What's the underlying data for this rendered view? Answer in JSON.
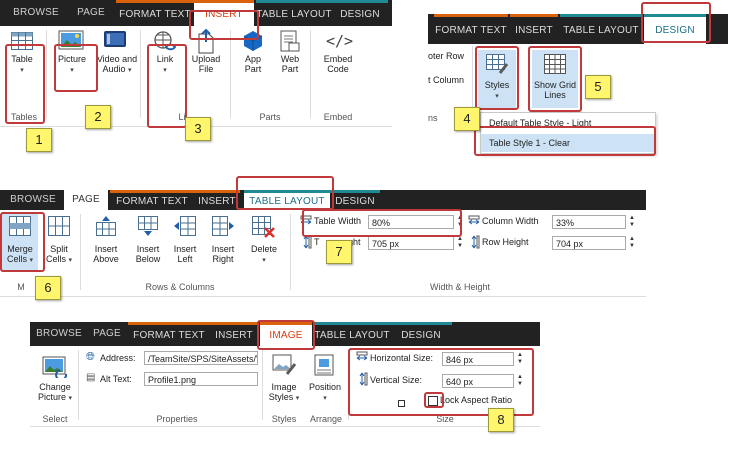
{
  "panel1": {
    "tabs": [
      "BROWSE",
      "PAGE",
      "FORMAT TEXT",
      "INSERT",
      "TABLE LAYOUT",
      "DESIGN"
    ],
    "buttons": {
      "table": "Table",
      "picture": "Picture",
      "video": "Video and Audio",
      "link": "Link",
      "upload": "Upload File",
      "app_part": "App Part",
      "web_part": "Web Part",
      "embed": "Embed Code"
    },
    "groups": {
      "tables": "Tables",
      "link_group": "Li",
      "parts": "Parts",
      "embed": "Embed"
    }
  },
  "panel2": {
    "tabs": [
      "FORMAT TEXT",
      "INSERT",
      "TABLE LAYOUT",
      "DESIGN"
    ],
    "left_text_1": "oter Row",
    "left_text_2": "t Column",
    "left_text_3": "ns",
    "styles": "Styles",
    "show_grid": "Show Grid Lines",
    "dropdown_items": [
      "Default Table Style - Light",
      "Table Style 1 - Clear"
    ]
  },
  "panel3": {
    "tabs": [
      "BROWSE",
      "PAGE",
      "FORMAT TEXT",
      "INSERT",
      "TABLE LAYOUT",
      "DESIGN"
    ],
    "buttons": {
      "merge": "Merge Cells",
      "split": "Split Cells",
      "insert_above": "Insert Above",
      "insert_below": "Insert Below",
      "insert_left": "Insert Left",
      "insert_right": "Insert Right",
      "delete": "Delete"
    },
    "groups": {
      "merge": "M",
      "rows_columns": "Rows & Columns",
      "width_height": "Width & Height"
    },
    "table_width_label": "Table Width",
    "table_width_value": "80%",
    "table_height_label_a": "T",
    "table_height_label_b": "ght",
    "table_height_value": "705 px",
    "column_width_label": "Column Width",
    "column_width_value": "33%",
    "row_height_label": "Row Height",
    "row_height_value": "704 px"
  },
  "panel4": {
    "tabs": [
      "BROWSE",
      "PAGE",
      "FORMAT TEXT",
      "INSERT",
      "IMAGE",
      "TABLE LAYOUT",
      "DESIGN"
    ],
    "change_picture": "Change Picture",
    "address_label": "Address:",
    "address_value": "/TeamSite/SPS/SiteAssets/V",
    "alt_label": "Alt Text:",
    "alt_value": "Profile1.png",
    "image_styles": "Image Styles",
    "position": "Position",
    "horizontal_label": "Horizontal Size:",
    "horizontal_value": "846 px",
    "vertical_label": "Vertical Size:",
    "vertical_value": "640 px",
    "lock_label": "Lock Aspect Ratio",
    "groups": {
      "select": "Select",
      "properties": "Properties",
      "styles": "Styles",
      "arrange": "Arrange",
      "size": "Size"
    }
  },
  "callouts": [
    "1",
    "2",
    "3",
    "4",
    "5",
    "6",
    "7",
    "8"
  ],
  "colors": {
    "tabbar": "#222222",
    "orange": "#d9620a",
    "teal": "#1f8a93",
    "highlight": "#c0393b",
    "callout": "#fff66d",
    "selected_row": "#cde3f5"
  }
}
